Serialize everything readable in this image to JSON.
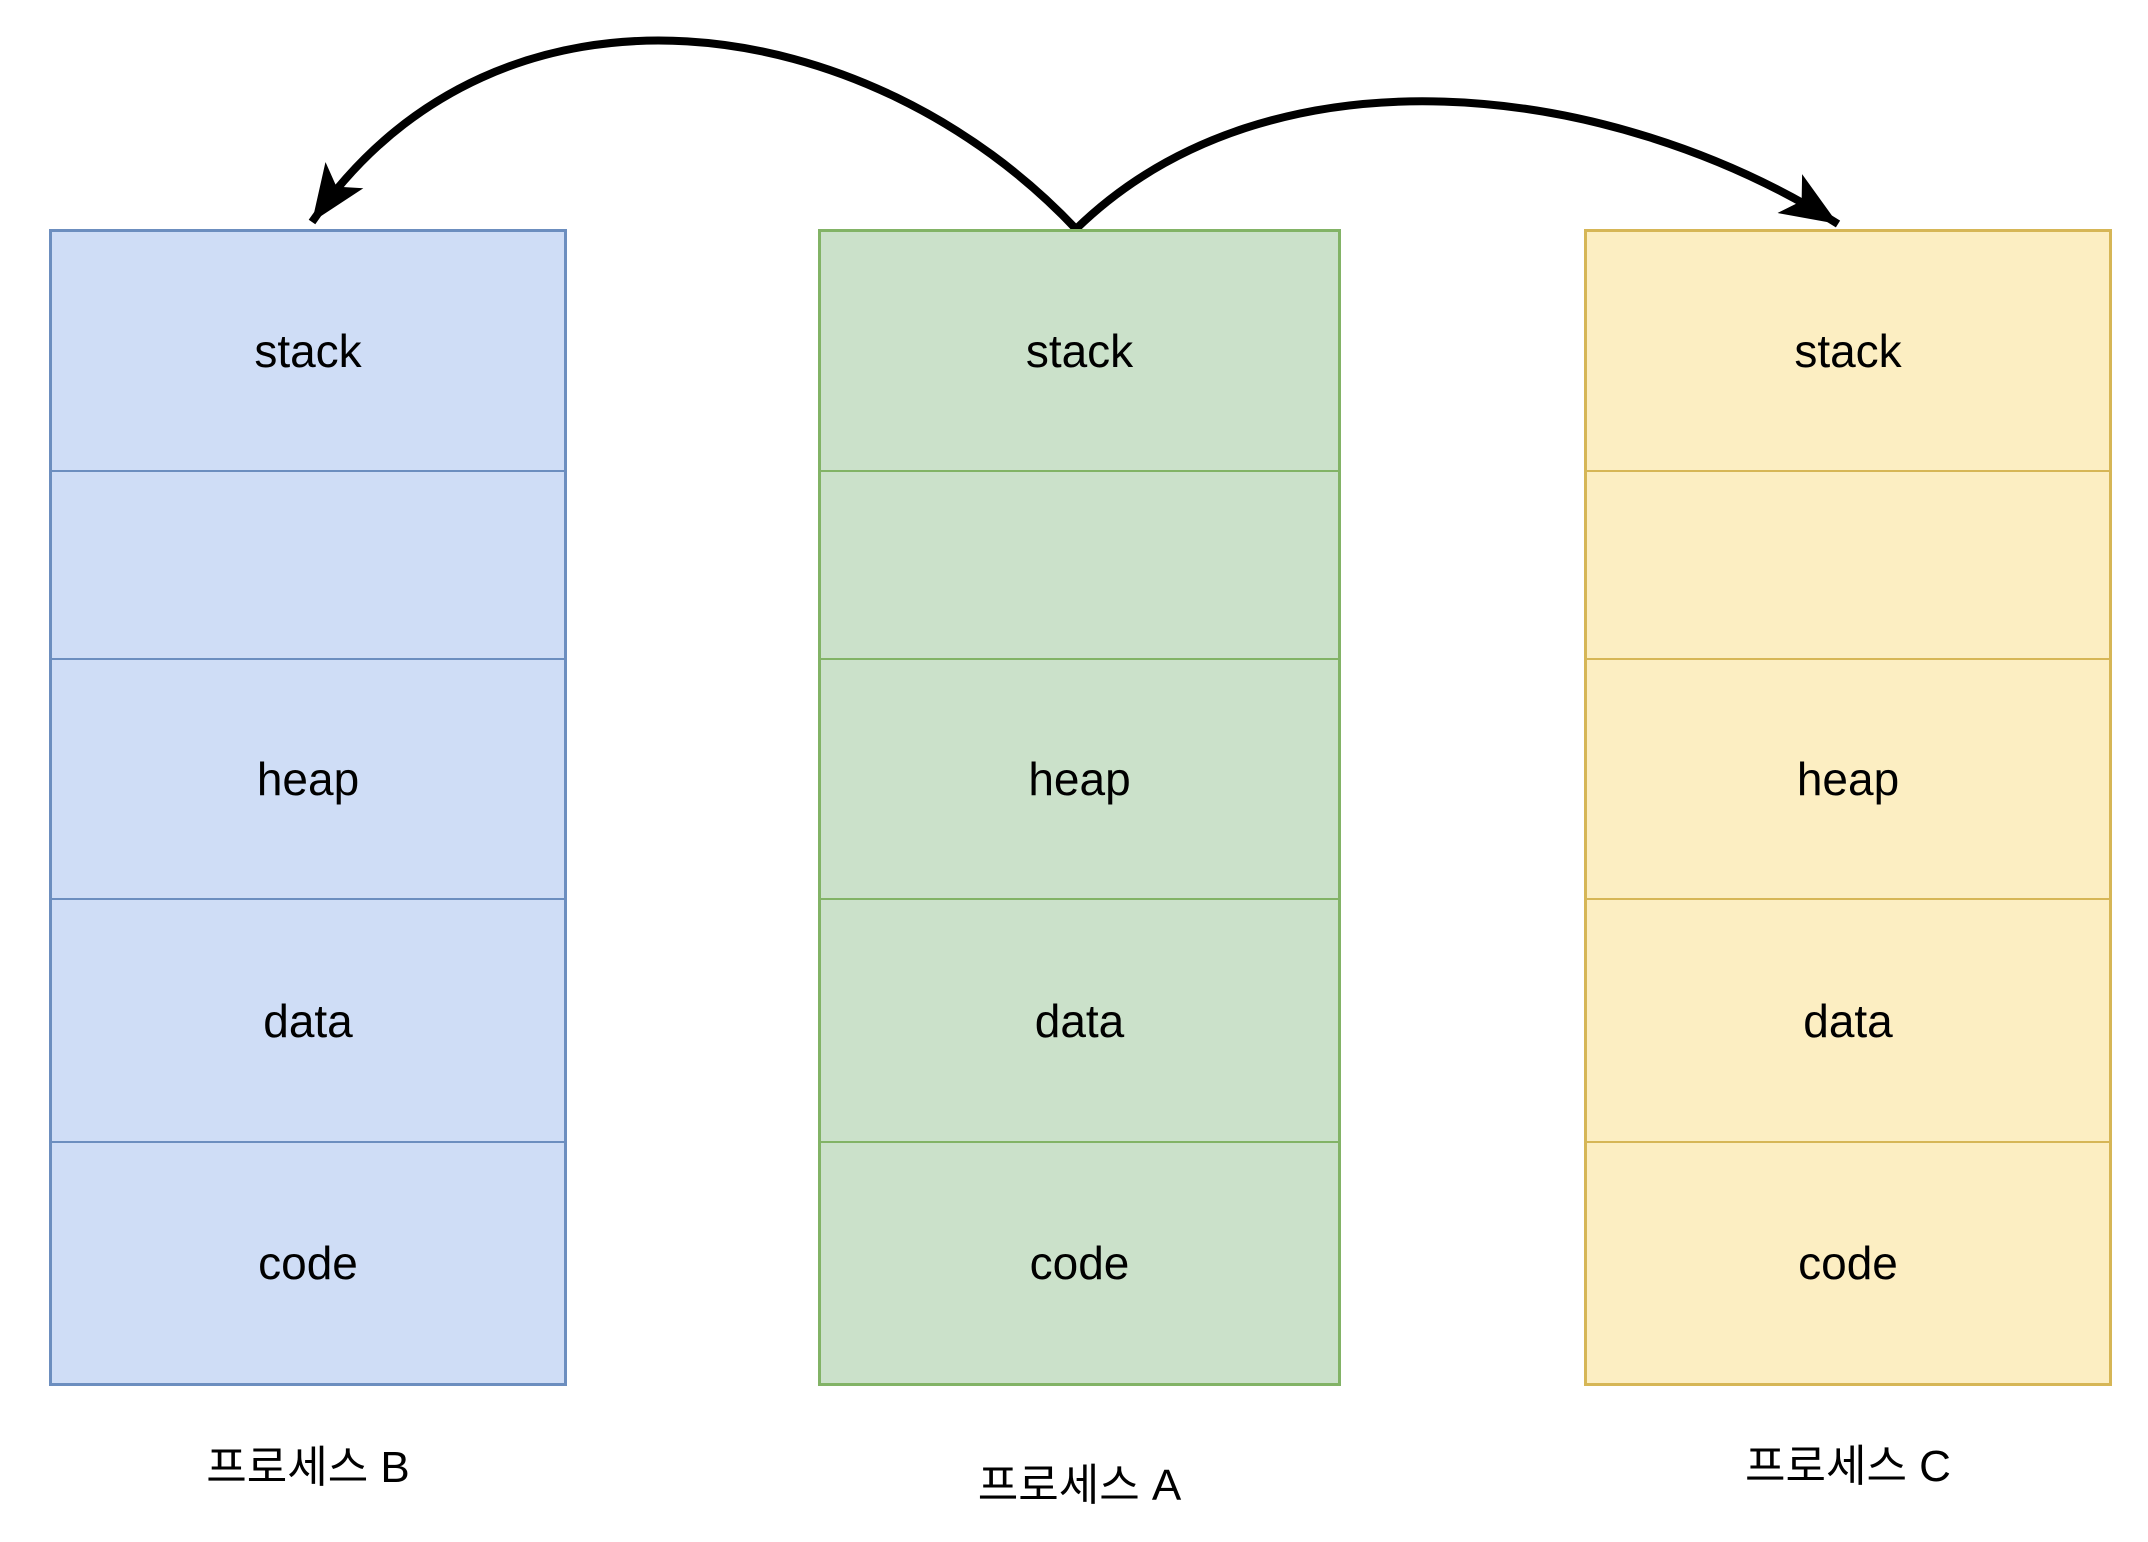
{
  "diagram": {
    "background": "#ffffff",
    "text_color": "#000000",
    "arrow": {
      "color": "#000000",
      "connections": [
        {
          "from": "프로세스 A",
          "to": "프로세스 B"
        },
        {
          "from": "프로세스 A",
          "to": "프로세스 C"
        }
      ]
    },
    "processes": [
      {
        "name": "프로세스 B",
        "fill": "#cfddf6",
        "stroke": "#6c8ebf",
        "segments": [
          "stack",
          "",
          "heap",
          "data",
          "code"
        ]
      },
      {
        "name": "프로세스 A",
        "fill": "#cbe1ca",
        "stroke": "#82b366",
        "segments": [
          "stack",
          "",
          "heap",
          "data",
          "code"
        ]
      },
      {
        "name": "프로세스 C",
        "fill": "#fceec2",
        "stroke": "#d6b656",
        "segments": [
          "stack",
          "",
          "heap",
          "data",
          "code"
        ]
      }
    ]
  }
}
